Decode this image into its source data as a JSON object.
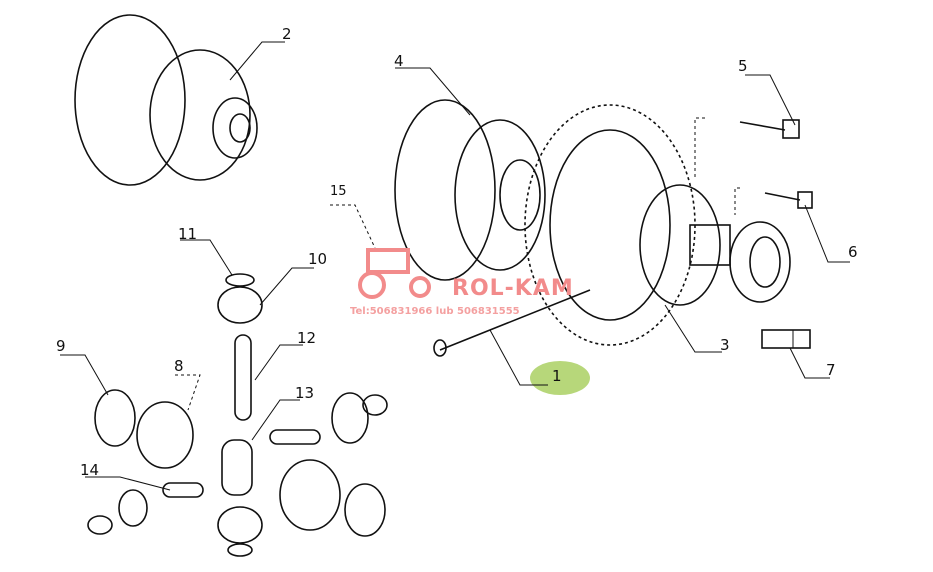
{
  "labels": {
    "l1": "1",
    "l2": "2",
    "l3": "3",
    "l4": "4",
    "l5": "5",
    "l6": "6",
    "l7": "7",
    "l8": "8",
    "l9": "9",
    "l10": "10",
    "l11": "11",
    "l12": "12",
    "l13": "13",
    "l14": "14",
    "l15": "15"
  },
  "watermark": {
    "brand": "ROL-KAM",
    "phone": "Tel:506831966 lub 506831555"
  },
  "colors": {
    "highlight": "#b7d77a",
    "watermark": "#f28b8b"
  }
}
